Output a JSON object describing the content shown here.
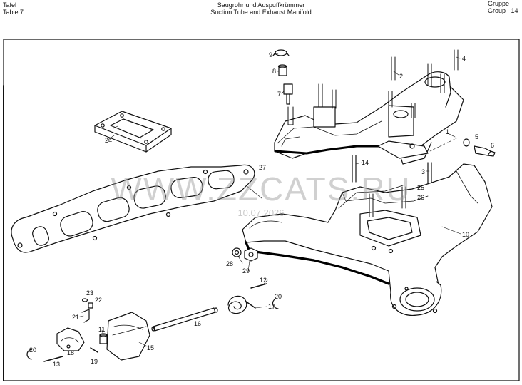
{
  "header": {
    "tafel_de": "Tafel",
    "tafel_en": "Table",
    "tafel_no": "7",
    "title_de": "Saugrohr und Auspuffkrümmer",
    "title_en": "Suction Tube and Exhaust Manifold",
    "gruppe_de": "Gruppe",
    "gruppe_en": "Group",
    "gruppe_no": "14"
  },
  "watermark": {
    "text": "WWW.ZZCATS.RU",
    "date": "10.07.2026"
  },
  "callouts": [
    "1",
    "2",
    "3",
    "4",
    "5",
    "6",
    "7",
    "8",
    "9",
    "10",
    "11",
    "12",
    "13",
    "14",
    "15",
    "16",
    "17",
    "18",
    "19",
    "20",
    "20",
    "21",
    "22",
    "23",
    "24",
    "25",
    "26",
    "27",
    "28",
    "29"
  ],
  "colors": {
    "ink": "#111111",
    "paper": "#ffffff"
  }
}
